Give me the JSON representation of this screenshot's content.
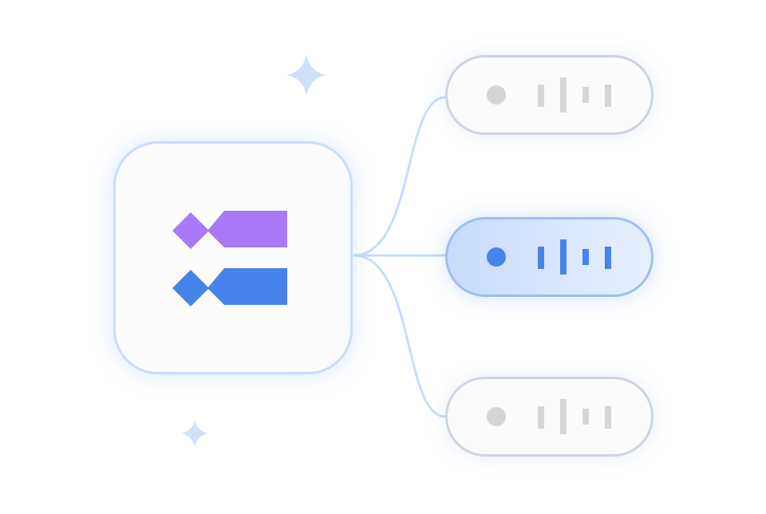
{
  "illustration": {
    "hub_icon": "router-logo-icon",
    "branches": [
      {
        "state": "inactive",
        "icon": "audio-waveform-icon"
      },
      {
        "state": "active",
        "icon": "audio-waveform-icon"
      },
      {
        "state": "inactive",
        "icon": "audio-waveform-icon"
      }
    ],
    "decorations": [
      "sparkle-icon",
      "sparkle-icon"
    ]
  },
  "colors": {
    "logo_purple": "#a97af8",
    "logo_blue": "#4784ea",
    "connector": "#c6dcfb",
    "hub_border": "#c9ddfb",
    "pill_inactive_border": "#ccd4e2",
    "pill_active_border": "#9ebfee",
    "pill_active_fill": "#d0e1fd",
    "inactive_glyph": "#d6d6d8",
    "active_glyph": "#4784ea",
    "sparkle": "#cfe0fb"
  }
}
